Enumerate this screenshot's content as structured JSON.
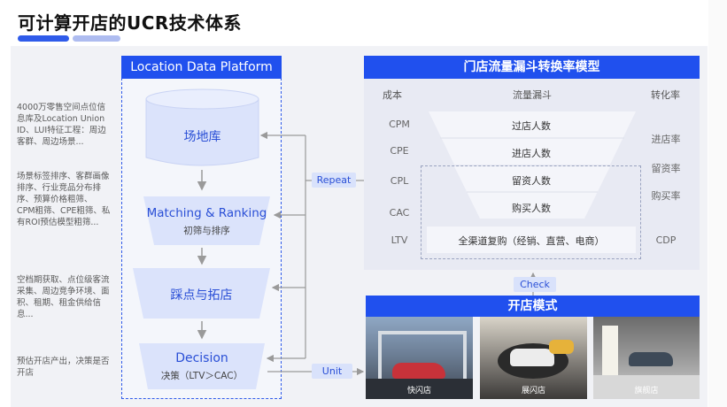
{
  "title": "可计算开店的UCR技术体系",
  "left_notes": [
    "4000万零售空间点位信息库及Location Union ID、LUI特征工程：周边客群、周边场景...",
    "场景标签排序、客群画像排序、行业竞品分布排序、预算价格粗筛、CPM粗筛、CPE粗筛、私有ROI预估模型粗筛...",
    "空档期获取、点位级客流采集、周边竞争环境、面积、租期、租金供给信息...",
    "预估开店产出，决策是否开店"
  ],
  "platform": {
    "title": "Location Data Platform",
    "db_label": "场地库",
    "matching_label": "Matching & Ranking",
    "matching_sub": "初筛与排序",
    "scout_label": "踩点与拓店",
    "decision_label": "Decision",
    "decision_sub": "决策（LTV＞CAC）"
  },
  "connectors": {
    "repeat": "Repeat",
    "unit": "Unit",
    "check": "Check"
  },
  "funnel": {
    "title": "门店流量漏斗转换率模型",
    "head_cost": "成本",
    "head_funnel": "流量漏斗",
    "head_rate": "转化率",
    "costs": [
      "CPM",
      "CPE",
      "CPL",
      "CAC",
      "LTV"
    ],
    "stages": [
      "过店人数",
      "进店人数",
      "留资人数",
      "购买人数",
      "全渠道复购（经销、直营、电商）"
    ],
    "rates": [
      "进店率",
      "留资率",
      "购买率",
      "CDP"
    ]
  },
  "modes": {
    "title": "开店模式",
    "photos": [
      "快闪店",
      "展闪店",
      "旗舰店"
    ]
  },
  "colors": {
    "brand_blue": "#2050ee",
    "shape_fill": "#dbe3fb",
    "funnel_fill": "#f4f5fa"
  }
}
